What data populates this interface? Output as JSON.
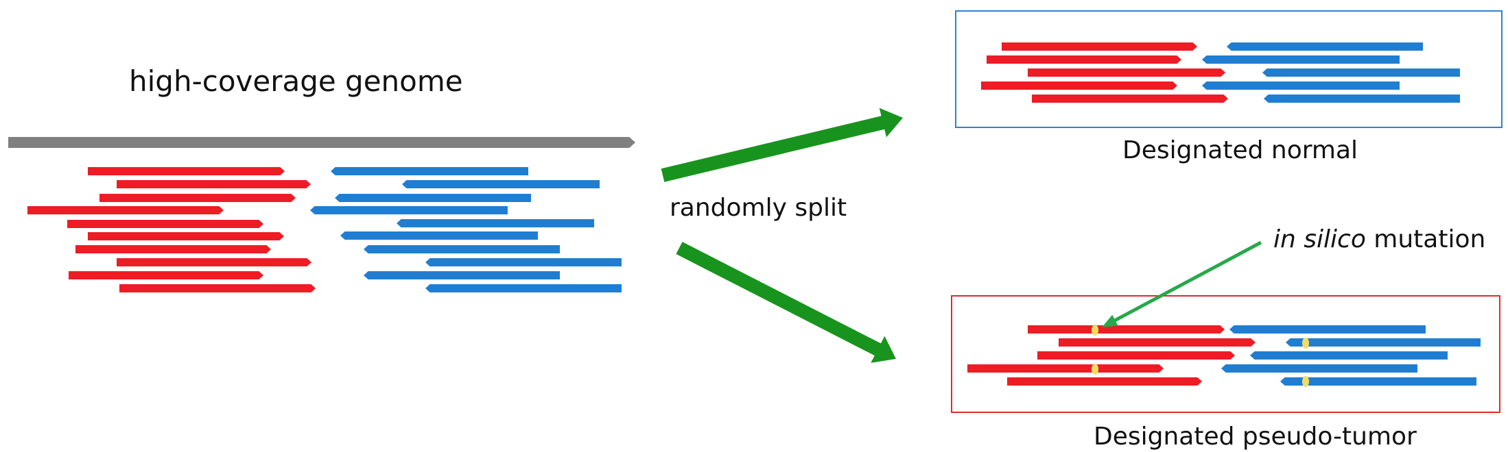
{
  "texts": {
    "genome_title": "high-coverage genome",
    "split_label": "randomly split",
    "normal_label": "Designated normal",
    "mutation_italic": "in silico",
    "mutation_rest": " mutation",
    "tumor_label": "Designated pseudo-tumor"
  },
  "colors": {
    "forward_read": "#ee1c25",
    "reverse_read": "#1f7ed1",
    "genome_bar": "#808080",
    "split_arrow": "#18941e",
    "mutation_arrow": "#27a84a",
    "mutation_dot": "#f4dd62",
    "normal_box": "#2a84cc",
    "tumor_box": "#e02a2a"
  },
  "icons": {
    "split_arrows": "arrow-right-icon",
    "mutation_pointer": "arrow-pointer-icon",
    "mutation_sites": "dot-icon"
  }
}
